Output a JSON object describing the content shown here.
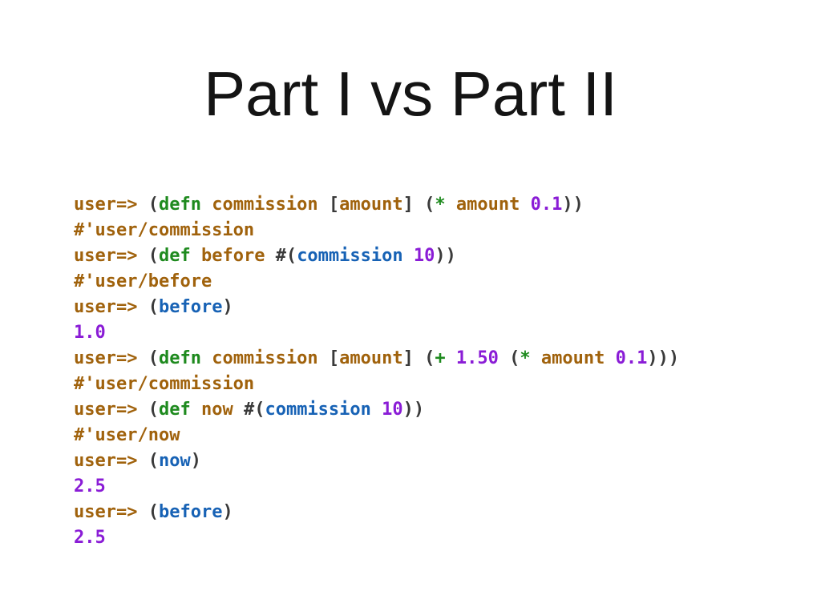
{
  "slide": {
    "title": "Part I vs Part II"
  },
  "colors": {
    "prompt": "#a0620c",
    "keyword": "#1e8a1e",
    "call": "#1762b5",
    "number": "#8a1cd6",
    "paren": "#3a3a3a"
  },
  "repl": {
    "lines": [
      [
        {
          "t": "user=> ",
          "c": "prompt"
        },
        {
          "t": "(",
          "c": "paren"
        },
        {
          "t": "defn",
          "c": "kw"
        },
        {
          "t": " commission ",
          "c": "sym"
        },
        {
          "t": "[",
          "c": "paren"
        },
        {
          "t": "amount",
          "c": "sym"
        },
        {
          "t": "] ",
          "c": "paren"
        },
        {
          "t": "(",
          "c": "paren"
        },
        {
          "t": "*",
          "c": "kw"
        },
        {
          "t": " amount ",
          "c": "sym"
        },
        {
          "t": "0.1",
          "c": "num"
        },
        {
          "t": "))",
          "c": "paren"
        }
      ],
      [
        {
          "t": "#'user/commission",
          "c": "ret"
        }
      ],
      [
        {
          "t": "user=> ",
          "c": "prompt"
        },
        {
          "t": "(",
          "c": "paren"
        },
        {
          "t": "def",
          "c": "kw"
        },
        {
          "t": " before ",
          "c": "sym"
        },
        {
          "t": "#(",
          "c": "paren"
        },
        {
          "t": "commission",
          "c": "call"
        },
        {
          "t": " ",
          "c": "text"
        },
        {
          "t": "10",
          "c": "num"
        },
        {
          "t": "))",
          "c": "paren"
        }
      ],
      [
        {
          "t": "#'user/before",
          "c": "ret"
        }
      ],
      [
        {
          "t": "user=> ",
          "c": "prompt"
        },
        {
          "t": "(",
          "c": "paren"
        },
        {
          "t": "before",
          "c": "call"
        },
        {
          "t": ")",
          "c": "paren"
        }
      ],
      [
        {
          "t": "1.0",
          "c": "num"
        }
      ],
      [
        {
          "t": "user=> ",
          "c": "prompt"
        },
        {
          "t": "(",
          "c": "paren"
        },
        {
          "t": "defn",
          "c": "kw"
        },
        {
          "t": " commission ",
          "c": "sym"
        },
        {
          "t": "[",
          "c": "paren"
        },
        {
          "t": "amount",
          "c": "sym"
        },
        {
          "t": "] ",
          "c": "paren"
        },
        {
          "t": "(",
          "c": "paren"
        },
        {
          "t": "+",
          "c": "kw"
        },
        {
          "t": " ",
          "c": "text"
        },
        {
          "t": "1.50",
          "c": "num"
        },
        {
          "t": " (",
          "c": "paren"
        },
        {
          "t": "*",
          "c": "kw"
        },
        {
          "t": " amount ",
          "c": "sym"
        },
        {
          "t": "0.1",
          "c": "num"
        },
        {
          "t": ")))",
          "c": "paren"
        }
      ],
      [
        {
          "t": "#'user/commission",
          "c": "ret"
        }
      ],
      [
        {
          "t": "user=> ",
          "c": "prompt"
        },
        {
          "t": "(",
          "c": "paren"
        },
        {
          "t": "def",
          "c": "kw"
        },
        {
          "t": " now ",
          "c": "sym"
        },
        {
          "t": "#(",
          "c": "paren"
        },
        {
          "t": "commission",
          "c": "call"
        },
        {
          "t": " ",
          "c": "text"
        },
        {
          "t": "10",
          "c": "num"
        },
        {
          "t": "))",
          "c": "paren"
        }
      ],
      [
        {
          "t": "#'user/now",
          "c": "ret"
        }
      ],
      [
        {
          "t": "user=> ",
          "c": "prompt"
        },
        {
          "t": "(",
          "c": "paren"
        },
        {
          "t": "now",
          "c": "call"
        },
        {
          "t": ")",
          "c": "paren"
        }
      ],
      [
        {
          "t": "2.5",
          "c": "num"
        }
      ],
      [
        {
          "t": "user=> ",
          "c": "prompt"
        },
        {
          "t": "(",
          "c": "paren"
        },
        {
          "t": "before",
          "c": "call"
        },
        {
          "t": ")",
          "c": "paren"
        }
      ],
      [
        {
          "t": "2.5",
          "c": "num"
        }
      ]
    ]
  }
}
